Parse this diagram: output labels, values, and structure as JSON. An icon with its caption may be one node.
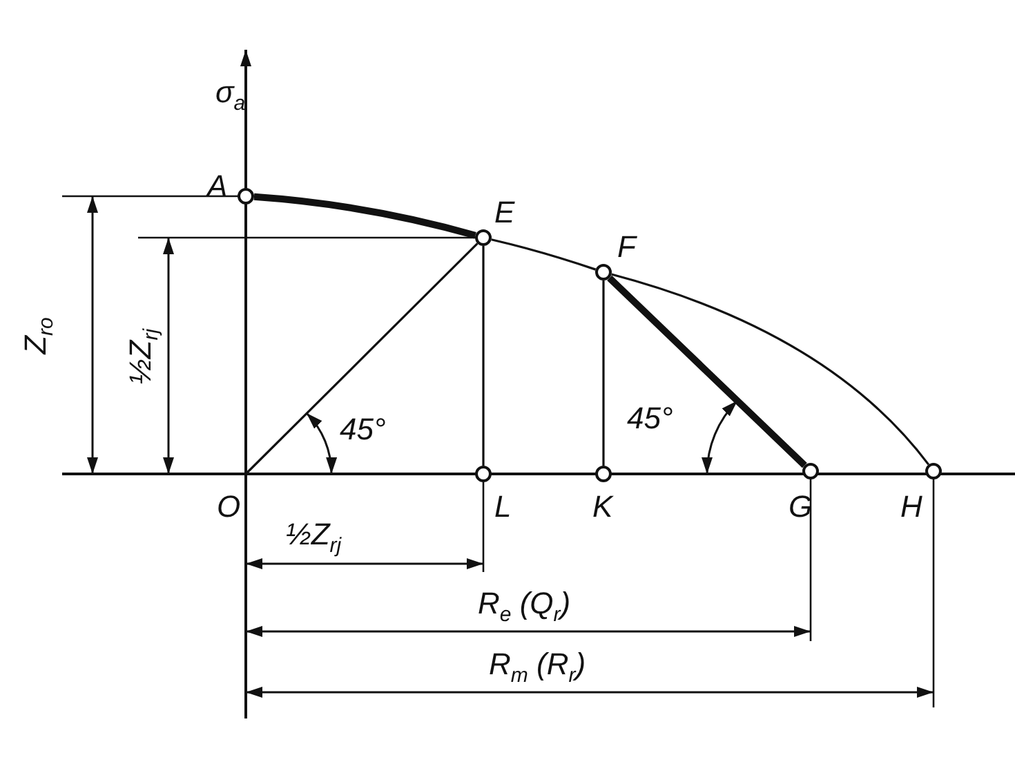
{
  "diagram": {
    "nodes": [
      {
        "text": [],
        "shape": "circle",
        "beside": [
          "A"
        ]
      },
      {
        "text": [],
        "shape": "circle",
        "beside": [
          "E"
        ]
      },
      {
        "text": [],
        "shape": "circle",
        "beside": [
          "F"
        ]
      },
      {
        "text": [],
        "shape": "circle",
        "beside": [
          "L"
        ]
      },
      {
        "text": [],
        "shape": "circle",
        "beside": [
          "K"
        ]
      },
      {
        "text": [],
        "shape": "circle",
        "beside": [
          "G"
        ]
      },
      {
        "text": [],
        "shape": "circle",
        "beside": [
          "H"
        ]
      }
    ],
    "edges": [
      {
        "from": 0,
        "to": 1,
        "arrow": "none",
        "style": "thick"
      },
      {
        "from": 1,
        "to": 2,
        "arrow": "none"
      },
      {
        "from": 2,
        "to": 6,
        "arrow": "none"
      },
      {
        "from": null,
        "to": 1,
        "arrow": "none"
      },
      {
        "from": 1,
        "to": 3,
        "arrow": "none"
      },
      {
        "from": 2,
        "to": 4,
        "arrow": "none"
      },
      {
        "from": 2,
        "to": 5,
        "arrow": "none",
        "style": "thick"
      }
    ],
    "labels": [
      "σ$_{a}$",
      "Z$_{ro}$",
      "½Z$_{rj}$",
      "45°",
      "45°",
      "O",
      "½Z$_{rj}$",
      "R$_{e}$ (Q$_{r}$)",
      "R$_{m}$ (R$_{r}$)"
    ]
  }
}
